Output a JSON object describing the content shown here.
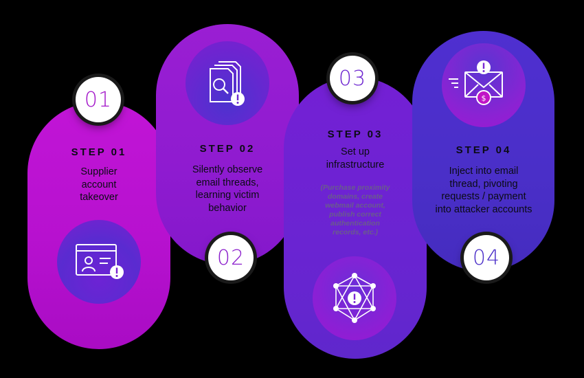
{
  "steps": [
    {
      "number": "01",
      "label": "STEP 01",
      "description": "Supplier\naccount\ntakeover",
      "icon": "account-card-alert-icon",
      "color": "#b711cf"
    },
    {
      "number": "02",
      "label": "STEP 02",
      "description": "Silently observe\nemail threads,\nlearning victim\nbehavior",
      "icon": "document-search-alert-icon",
      "color": "#8f1bd0"
    },
    {
      "number": "03",
      "label": "STEP 03",
      "description": "Set up\ninfrastructure",
      "note": "(Purchase proximity\ndomains, create\nwebmail account,\npublish correct\nauthentication\nrecords, etc.)",
      "icon": "network-alert-icon",
      "color": "#6a24d2"
    },
    {
      "number": "04",
      "label": "STEP 04",
      "description": "Inject into email\nthread, pivoting\nrequests / payment\ninto attacker accounts",
      "icon": "email-payment-alert-icon",
      "color": "#4a2fc8"
    }
  ],
  "colors": {
    "background": "#000000",
    "badge_fill": "#ffffff",
    "text_dark": "#0b0b14",
    "icon_stroke": "#ffffff"
  }
}
